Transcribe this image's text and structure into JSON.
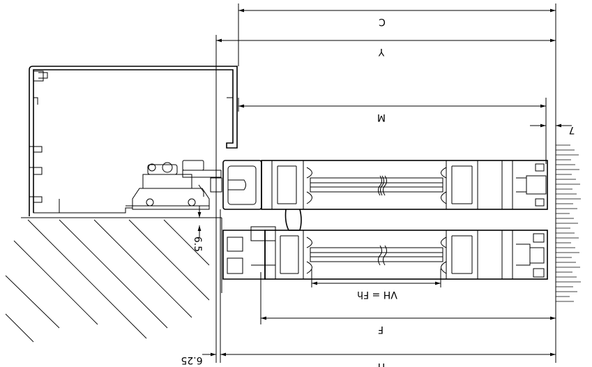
{
  "dimensions": {
    "C": "C",
    "Y": "Y",
    "M": "M",
    "seven": "7",
    "F": "F",
    "H": "H",
    "vh": "VH = Fh",
    "six_five": "6.5",
    "six_twentyfive": "6.25"
  }
}
